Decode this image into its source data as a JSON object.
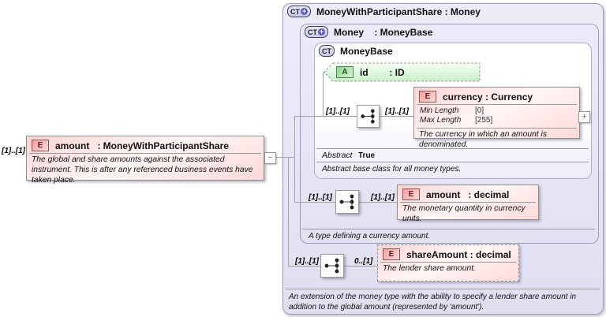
{
  "root": {
    "cardinality": "[1]..[1]",
    "badge": "E",
    "title": "amount   : MoneyWithParticipantShare",
    "description": "The global and share amounts against the associated instrument. This is after any referenced business events have taken place."
  },
  "outer": {
    "badge": "CT",
    "title": "MoneyWithParticipantShare : Money",
    "footer": "An extension of the money type with the ability to specify a lender share amount in addition to the global amount (represented by 'amount')."
  },
  "money": {
    "badge": "CT",
    "title": "Money    : MoneyBase",
    "footer": "A type defining a currency amount."
  },
  "moneyBase": {
    "badge": "CT",
    "title": "MoneyBase",
    "abstractLabel": "Abstract",
    "abstractValue": "True",
    "footer": "Abstract base class for all money types."
  },
  "idAttr": {
    "badge": "A",
    "title": "id        : ID"
  },
  "currency": {
    "badge": "E",
    "title": "currency : Currency",
    "facets": [
      {
        "label": "Min Length",
        "value": "[0]"
      },
      {
        "label": "Max Length",
        "value": "[255]"
      }
    ],
    "description": "The currency in which an amount is denominated."
  },
  "amountEl": {
    "badge": "E",
    "title": "amount   : decimal",
    "description": "The monetary quantity in currency units."
  },
  "shareAmountEl": {
    "badge": "E",
    "title": "shareAmount : decimal",
    "description": "The lender share amount."
  },
  "seq1": {
    "left": "[1]..[1]",
    "right": "[1]..[1]"
  },
  "seq2": {
    "left": "[1]..[1]",
    "right": "[1]..[1]"
  },
  "seq3": {
    "left": "[1]..[1]",
    "right": "0..[1]"
  },
  "icons": {
    "collapse": "−",
    "expand": "+",
    "extensionPlus": "+"
  },
  "colors": {
    "lavender": "#e8e8f7",
    "pink": "#ffd6d6",
    "green": "#d8f4d8",
    "badgeBlue": "#5e5eb2"
  }
}
